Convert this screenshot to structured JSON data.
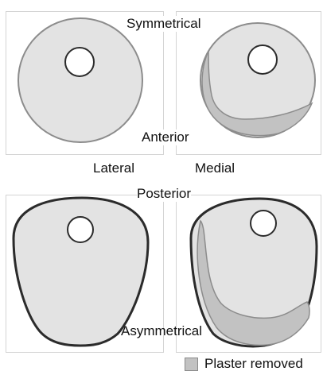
{
  "labels": {
    "top_group": "Symmetrical",
    "bottom_group": "Asymmetrical",
    "anterior": "Anterior",
    "posterior": "Posterior",
    "lateral": "Lateral",
    "medial": "Medial"
  },
  "legend": {
    "label": "Plaster removed"
  },
  "colors": {
    "shape_fill": "#e3e3e3",
    "removed_fill": "#c2c2c2",
    "outline_thin": "#8c8c8c",
    "outline_thick": "#2b2b2b",
    "panel_border": "#d4d4d4"
  }
}
